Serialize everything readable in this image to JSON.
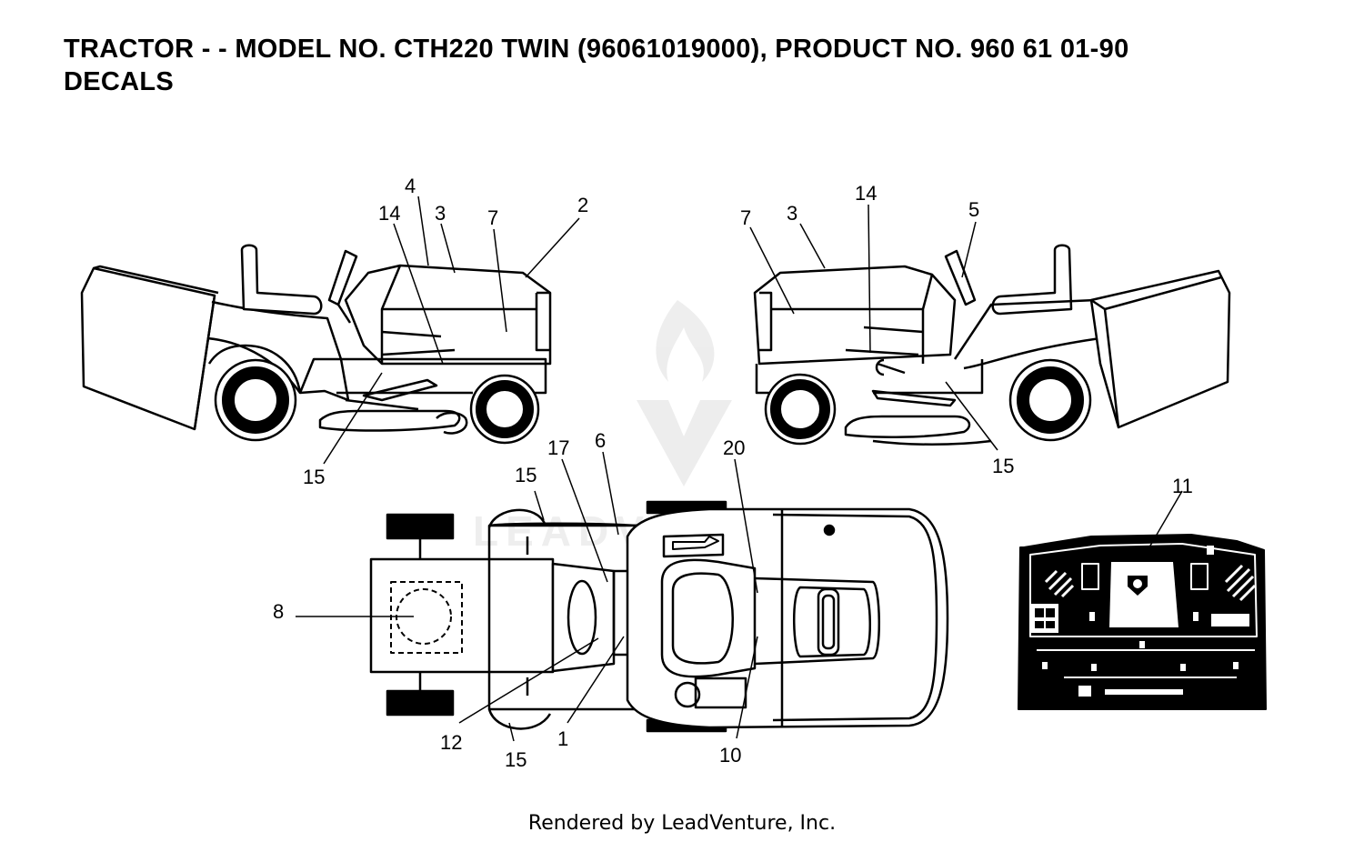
{
  "header": {
    "title_line1": "TRACTOR - - MODEL NO. CTH220 TWIN  (96061019000), PRODUCT NO. 960 61 01-90",
    "title_line2": "DECALS"
  },
  "callouts": {
    "left_view": [
      "4",
      "14",
      "3",
      "7",
      "2",
      "15"
    ],
    "right_view": [
      "7",
      "3",
      "14",
      "5",
      "15"
    ],
    "top_view": [
      "15",
      "17",
      "6",
      "20",
      "8",
      "12",
      "15",
      "1",
      "10"
    ],
    "panel_view": [
      "11"
    ]
  },
  "watermark": "LEADVENTURE",
  "footer": {
    "text": "Rendered by LeadVenture, Inc."
  }
}
